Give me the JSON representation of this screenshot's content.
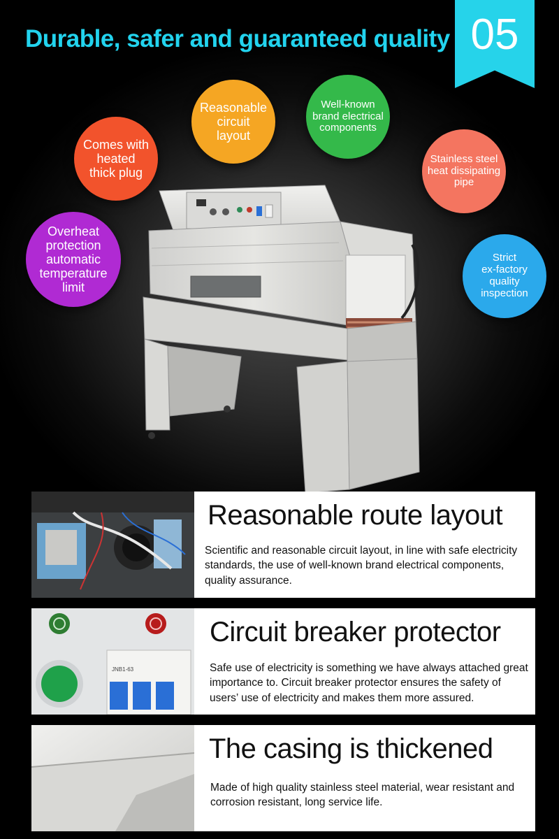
{
  "header": {
    "headline": "Durable, safer and guaranteed quality",
    "badge_number": "05",
    "badge_color": "#26d3ea",
    "headline_color": "#22d3ee"
  },
  "features": [
    {
      "label": "Comes with\nheated\nthick plug",
      "color": "#f2532c"
    },
    {
      "label": "Reasonable\ncircuit\nlayout",
      "color": "#f5a623"
    },
    {
      "label": "Well-known\nbrand electrical\ncomponents",
      "color": "#34b94a"
    },
    {
      "label": "Stainless steel\nheat dissipating\npipe",
      "color": "#f47560"
    },
    {
      "label": "Overheat\nprotection\nautomatic\ntemperature\nlimit",
      "color": "#b02ad3"
    },
    {
      "label": "Strict\nex-factory\nquality\ninspection",
      "color": "#2ba9eb"
    }
  ],
  "details": [
    {
      "title": "Reasonable route layout",
      "text": "Scientific and reasonable circuit layout, in line with safe electricity standards, the use of well-known brand electrical components, quality assurance."
    },
    {
      "title": "Circuit breaker protector",
      "text": "Safe use of electricity is something we have always attached great importance to. Circuit breaker protector ensures the safety of users’ use of electricity and makes them more assured."
    },
    {
      "title": "The casing is thickened",
      "text": "Made of high quality stainless steel material, wear resistant and corrosion resistant, long service life."
    }
  ],
  "breaker_label": "JNB1-63"
}
